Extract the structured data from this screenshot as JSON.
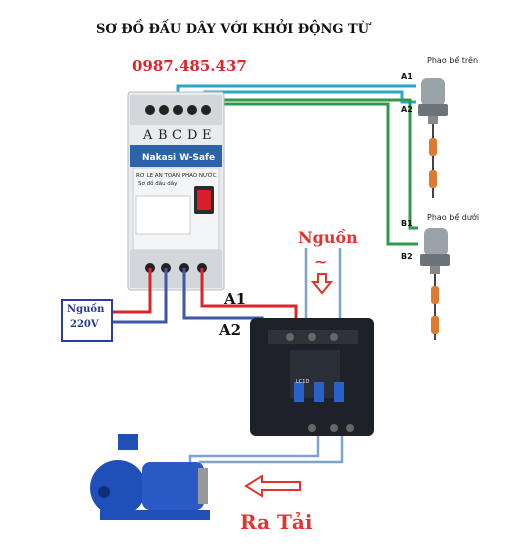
{
  "title": "SƠ ĐỒ ĐẤU DÂY VỚI KHỞI ĐỘNG TỪ",
  "phone": "0987.485.437",
  "relay": {
    "brand": "Nakasi W-Safe",
    "name": "RƠ LE AN TOÀN PHAO NƯỚC",
    "subtitle": "Sơ đồ đấu dây",
    "terminal_letters": [
      "A",
      "B",
      "C",
      "D",
      "E"
    ]
  },
  "labels": {
    "power_top": "Nguồn",
    "ac_symbol": "~",
    "a1": "A1",
    "a2": "A2",
    "power_source_line1": "Nguồn",
    "power_source_line2": "220V",
    "output": "Ra Tải"
  },
  "floats": {
    "top": {
      "label": "Phao bể trên",
      "t1": "A1",
      "t2": "A2"
    },
    "bottom": {
      "label": "Phao bể dưới",
      "t1": "B1",
      "t2": "B2"
    }
  },
  "contactor": {
    "model": "LC1D"
  },
  "colors": {
    "wire_red": "#d8262a",
    "wire_blue": "#3d56a6",
    "wire_green": "#2f9a4a",
    "wire_cyan": "#2aa6c8",
    "wire_light_blue": "#7fa3c9",
    "arrow_red": "#e0342e",
    "contactor_body": "#1e2128",
    "pump_blue": "#1f4fb8"
  }
}
